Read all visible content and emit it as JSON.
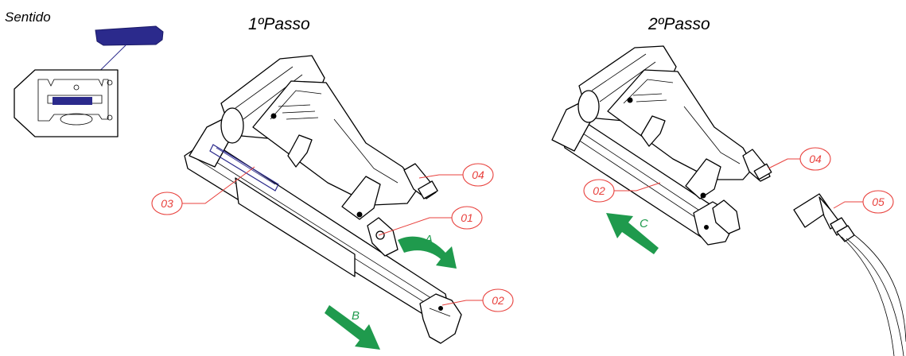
{
  "labels": {
    "sentido": "Sentido",
    "step1": "1ºPasso",
    "step2": "2ºPasso"
  },
  "callouts": {
    "step1_01": "01",
    "step1_02": "02",
    "step1_03": "03",
    "step1_04": "04",
    "step2_02": "02",
    "step2_04": "04",
    "step2_05": "05"
  },
  "arrows": {
    "a": "A",
    "b": "B",
    "c": "C"
  },
  "colors": {
    "callout": "#e8403c",
    "arrow": "#1f9a4d",
    "staple": "#2b2a8c",
    "line": "#000000"
  }
}
